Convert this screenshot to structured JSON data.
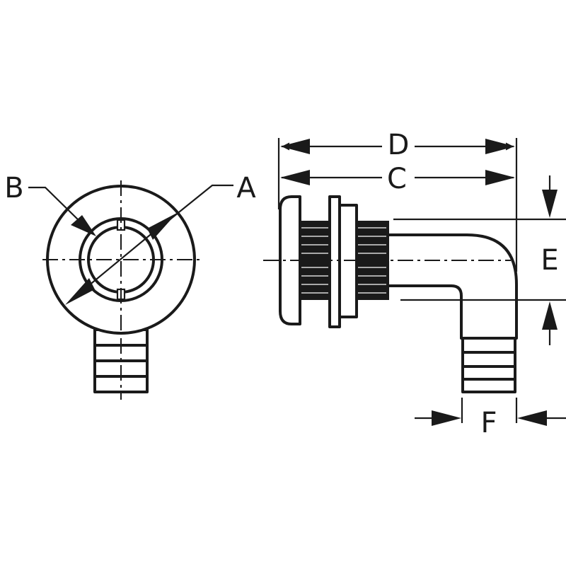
{
  "diagram": {
    "colors": {
      "ink": "#1a1a1a",
      "background": "#ffffff"
    },
    "labels": {
      "A": "A",
      "B": "B",
      "C": "C",
      "D": "D",
      "E": "E",
      "F": "F"
    }
  }
}
